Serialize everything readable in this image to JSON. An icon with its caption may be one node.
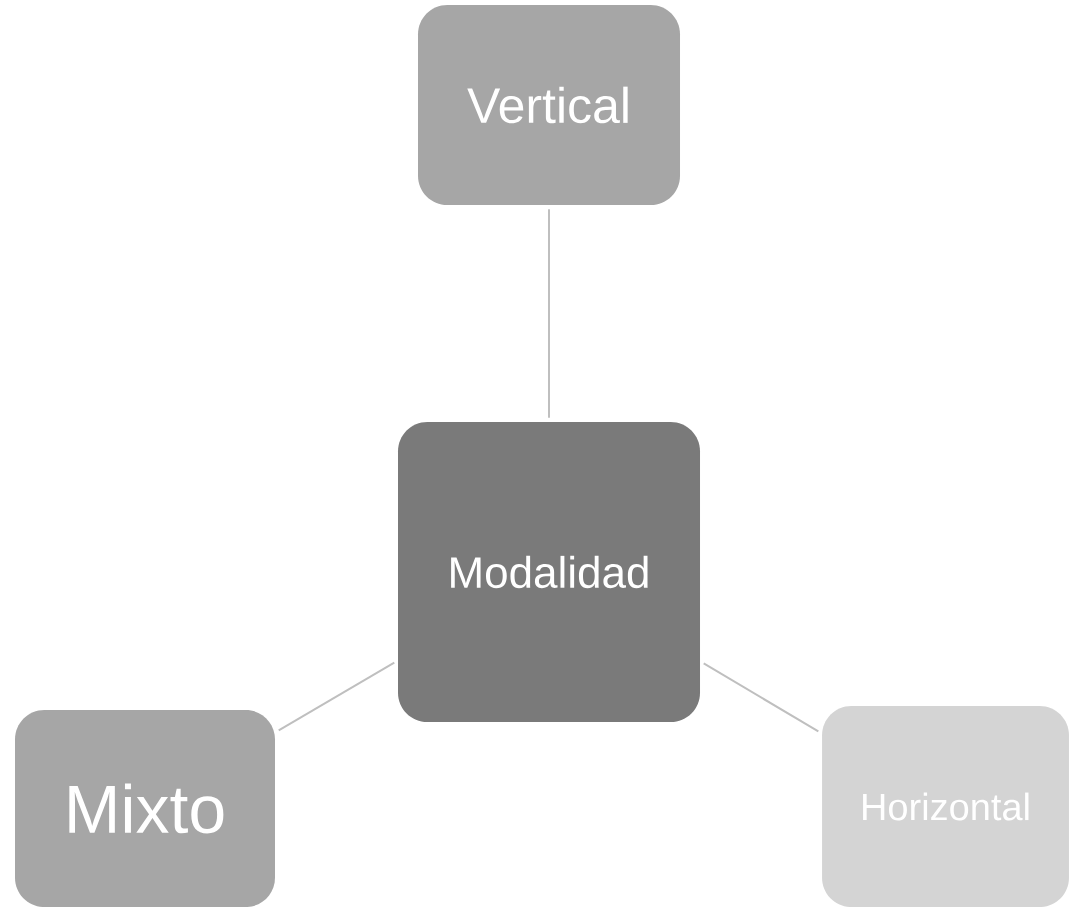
{
  "diagram": {
    "nodes": [
      {
        "text": [
          "Vertical"
        ]
      },
      {
        "text": [
          "Modalidad"
        ]
      },
      {
        "text": [
          "Mixto"
        ]
      },
      {
        "text": [
          "Horizontal"
        ]
      }
    ],
    "edges": [
      {
        "from": 1,
        "to": 0,
        "arrow": "none"
      },
      {
        "from": 1,
        "to": 2,
        "arrow": "none"
      },
      {
        "from": 1,
        "to": 3,
        "arrow": "none"
      }
    ]
  }
}
